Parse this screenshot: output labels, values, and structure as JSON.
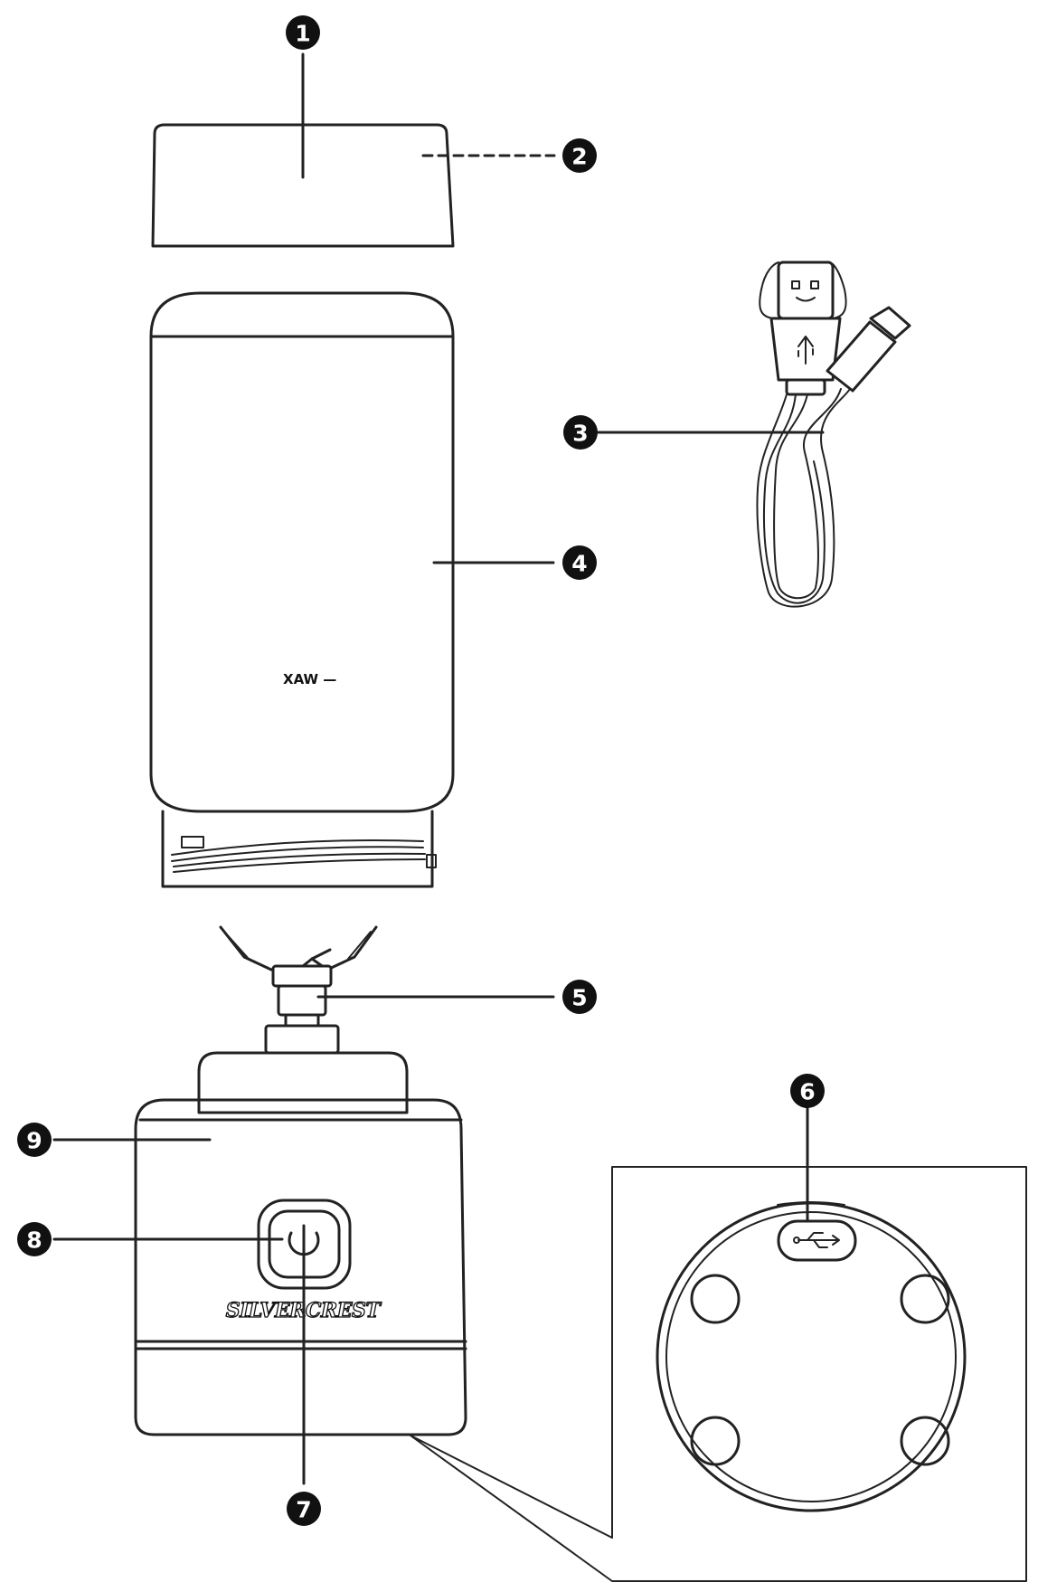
{
  "callouts": [
    {
      "id": "1",
      "label": "1"
    },
    {
      "id": "2",
      "label": "2"
    },
    {
      "id": "3",
      "label": "3"
    },
    {
      "id": "4",
      "label": "4"
    },
    {
      "id": "5",
      "label": "5"
    },
    {
      "id": "6",
      "label": "6"
    },
    {
      "id": "7",
      "label": "7"
    },
    {
      "id": "8",
      "label": "8"
    },
    {
      "id": "9",
      "label": "9"
    }
  ],
  "jar": {
    "max_mark": "XAW —"
  },
  "base": {
    "brand": "SILVERCREST"
  },
  "icons": {
    "power": "power-icon",
    "usb": "usb-icon",
    "cable": "usb-cable-icon",
    "blade": "blade-icon"
  }
}
